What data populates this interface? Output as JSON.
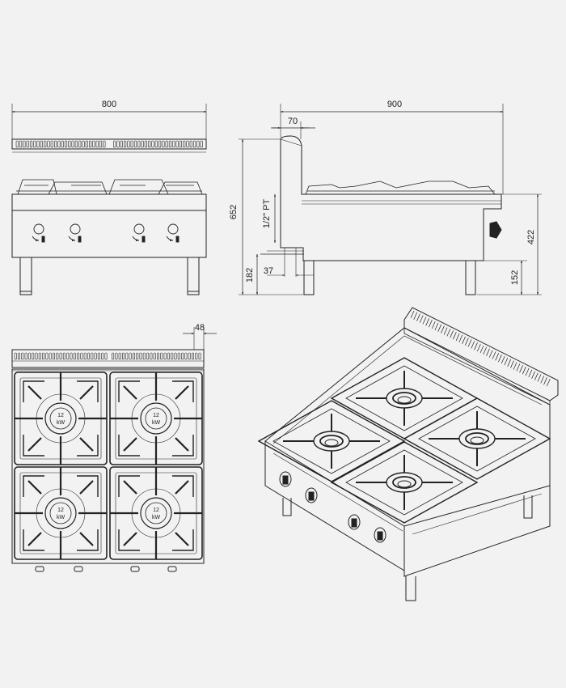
{
  "front_view": {
    "width_label": "800"
  },
  "side_view": {
    "depth_label": "900",
    "backsplash_label": "70",
    "height_label": "652",
    "gas_connection_label": "1/2\" PT",
    "connection_height_label": "182",
    "connection_offset_label": "37",
    "worktop_height_label": "422",
    "leg_height_label": "152"
  },
  "top_view": {
    "backsplash_depth_label": "48",
    "burners": [
      {
        "power_value": "12",
        "power_unit": "kW"
      },
      {
        "power_value": "12",
        "power_unit": "kW"
      },
      {
        "power_value": "12",
        "power_unit": "kW"
      },
      {
        "power_value": "12",
        "power_unit": "kW"
      }
    ]
  }
}
